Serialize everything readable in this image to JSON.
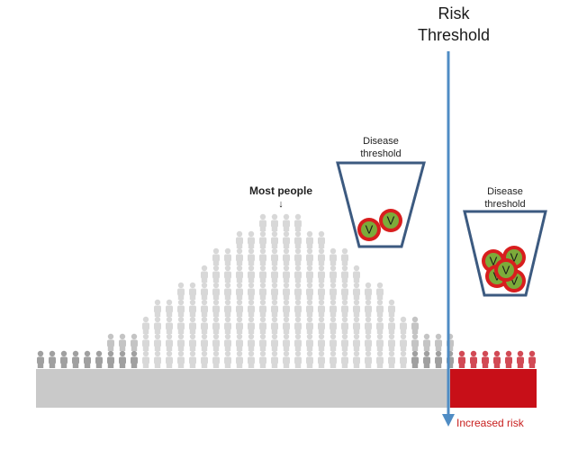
{
  "risk_threshold": {
    "line1": "Risk",
    "line2": "Threshold"
  },
  "most_people": {
    "label": "Most people",
    "arrow": "↓"
  },
  "cups": [
    {
      "label_line1": "Disease",
      "label_line2": "threshold",
      "virus_count": 2
    },
    {
      "label_line1": "Disease",
      "label_line2": "threshold",
      "virus_count": 5
    }
  ],
  "virus_letter": "V",
  "increased_risk": "Increased risk",
  "colors": {
    "normal_people": "#d8d8d8",
    "tail_people": "#a0a0a0",
    "risk_people": "#d24a55",
    "base_normal": "#c9c9c9",
    "base_risk": "#c80f18",
    "threshold_line": "#4f8cc4",
    "cup_stroke": "#3c5a80",
    "virus_fill": "#7cab3a",
    "virus_ring": "#d81e1e",
    "risk_text": "#c8201f"
  }
}
